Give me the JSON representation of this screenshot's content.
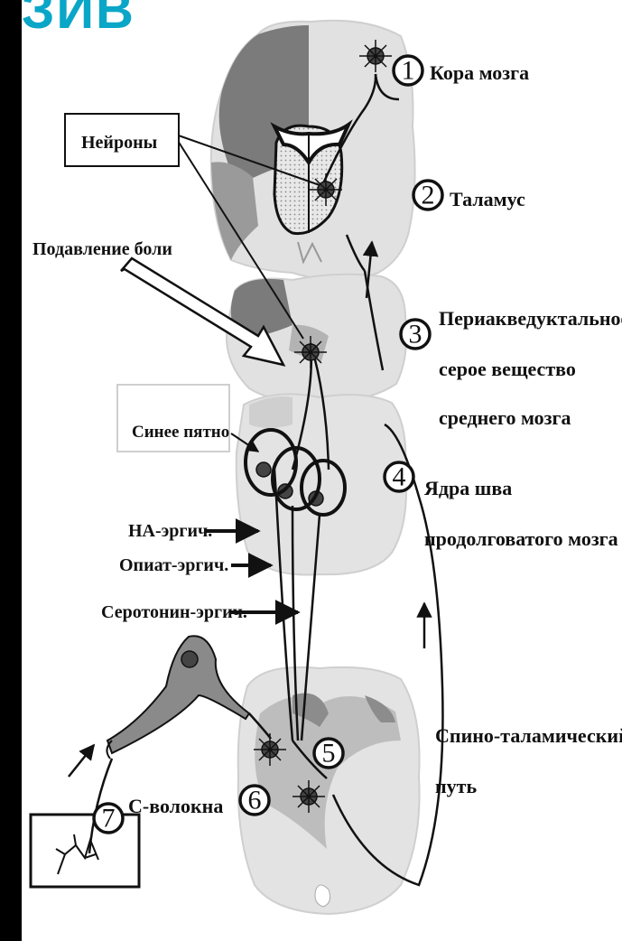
{
  "header": {
    "title_fragment": "ЗИВ"
  },
  "colors": {
    "background": "#000000",
    "panel": "#ffffff",
    "title_fragment": "#0aa6c8",
    "tissue_light": "#e3e3e3",
    "tissue_dark": "#7a7a7a",
    "ink": "#111111"
  },
  "callouts": {
    "neurons": "Нейроны",
    "pain_suppression": "Подавление боли",
    "locus_coeruleus": "Синее пятно",
    "ne_ergic": "НА-эргич.",
    "opiate_ergic": "Опиат-эргич.",
    "serotonin_ergic": "Серотонин-эргич.",
    "c_fibers": "С-волокна"
  },
  "structures": [
    {
      "number": "1",
      "lines": [
        "Кора мозга"
      ]
    },
    {
      "number": "2",
      "lines": [
        "Таламус"
      ]
    },
    {
      "number": "3",
      "lines": [
        "Периакведуктальное",
        "серое вещество",
        "среднего мозга"
      ]
    },
    {
      "number": "4",
      "lines": [
        "Ядра шва",
        "продолговатого мозга"
      ]
    },
    {
      "number": "5",
      "lines": []
    },
    {
      "number": "6",
      "lines": []
    },
    {
      "number": "7",
      "lines": []
    }
  ],
  "pathway": {
    "lines": [
      "Спино-таламический",
      "путь"
    ]
  },
  "icons": [
    "neuron-icon",
    "arrow-icon",
    "skin-patch-icon"
  ]
}
